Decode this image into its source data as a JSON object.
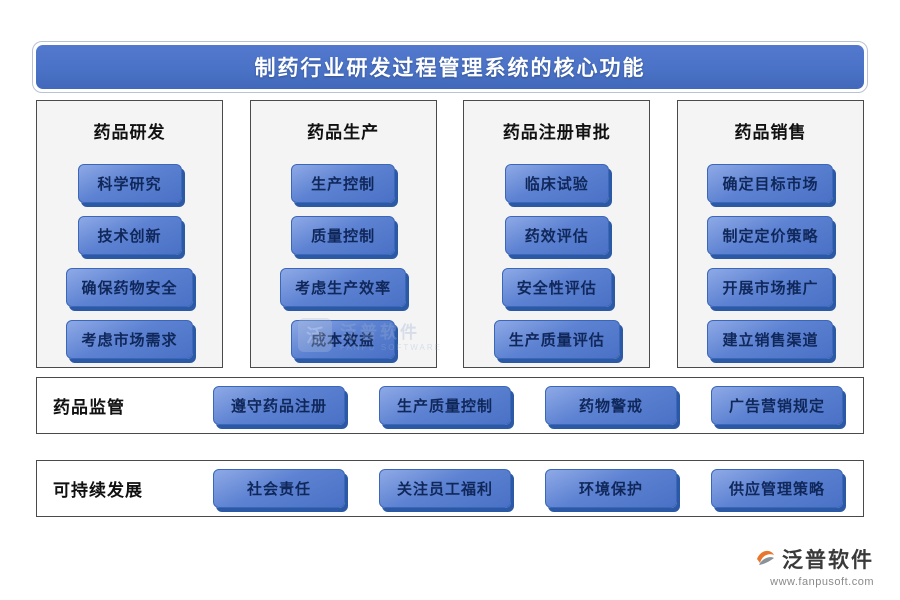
{
  "title": "制药行业研发过程管理系统的核心功能",
  "columns": [
    {
      "header": "药品研发",
      "items": [
        "科学研究",
        "技术创新",
        "确保药物安全",
        "考虑市场需求"
      ]
    },
    {
      "header": "药品生产",
      "items": [
        "生产控制",
        "质量控制",
        "考虑生产效率",
        "成本效益"
      ]
    },
    {
      "header": "药品注册审批",
      "items": [
        "临床试验",
        "药效评估",
        "安全性评估",
        "生产质量评估"
      ]
    },
    {
      "header": "药品销售",
      "items": [
        "确定目标市场",
        "制定定价策略",
        "开展市场推广",
        "建立销售渠道"
      ]
    }
  ],
  "bands": [
    {
      "header": "药品监管",
      "items": [
        "遵守药品注册",
        "生产质量控制",
        "药物警戒",
        "广告营销规定"
      ]
    },
    {
      "header": "可持续发展",
      "items": [
        "社会责任",
        "关注员工福利",
        "环境保护",
        "供应管理策略"
      ]
    }
  ],
  "watermark": {
    "brand": "泛普软件",
    "subtitle": "FANPU SOFTWARE"
  },
  "footer": {
    "brand": "泛普软件",
    "url": "www.fanpusoft.com"
  },
  "colors": {
    "banner_blue": "#4a72c6",
    "button_blue": "#5d82d2",
    "button_shadow": "#2c59a6",
    "button_text": "#10275a",
    "box_background": "#f4f4f4",
    "border_dark": "#4a4a4a"
  }
}
